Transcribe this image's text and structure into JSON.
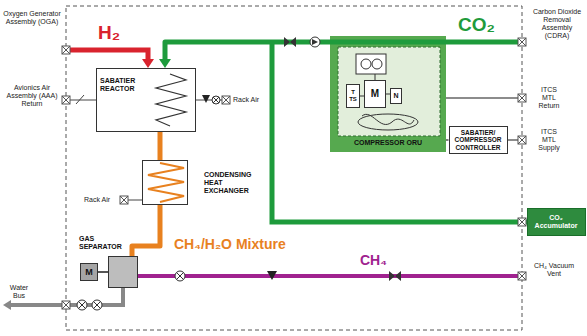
{
  "diagram": {
    "nodes": [
      {
        "text": [
          "SABATIER REACTOR"
        ]
      },
      {
        "text": [
          "CONDENSING HEAT EXCHANGER"
        ]
      },
      {
        "text": [
          "GAS SEPARATOR"
        ]
      },
      {
        "text": [
          "M"
        ]
      },
      {
        "text": [
          "COMPRESSOR ORU"
        ]
      },
      {
        "text": [
          "T",
          "TS"
        ],
        "in": 4
      },
      {
        "text": [
          "M"
        ],
        "in": 4
      },
      {
        "text": [
          "N"
        ],
        "in": 4
      },
      {
        "text": [
          "SABATIER/ COMPRESSOR CONTROLLER"
        ]
      },
      {
        "text": [
          "CO₂ Accumulator"
        ]
      }
    ],
    "edges": [
      {
        "from": 4,
        "to": 0,
        "arrow": "to"
      },
      {
        "from": 0,
        "to": 1,
        "arrow": "none"
      },
      {
        "from": 1,
        "to": 2,
        "arrow": "none"
      },
      {
        "from": 3,
        "to": 2,
        "arrow": "none"
      },
      {
        "from": 4,
        "to": 8,
        "arrow": "none"
      }
    ],
    "labels": [
      "Oxygen Generator Assembly (OGA)",
      "H₂",
      "CO₂",
      "Carbon Dioxide Removal Assembly (CDRA)",
      "Avionics Air Assembly (AAA) Return",
      "Rack Air",
      "ITCS MTL Return",
      "ITCS MTL Supply",
      "Rack Air",
      "CH₄/H₂O Mixture",
      "CH₄",
      "CH₄ Vacuum Vent",
      "Water Bus"
    ]
  }
}
